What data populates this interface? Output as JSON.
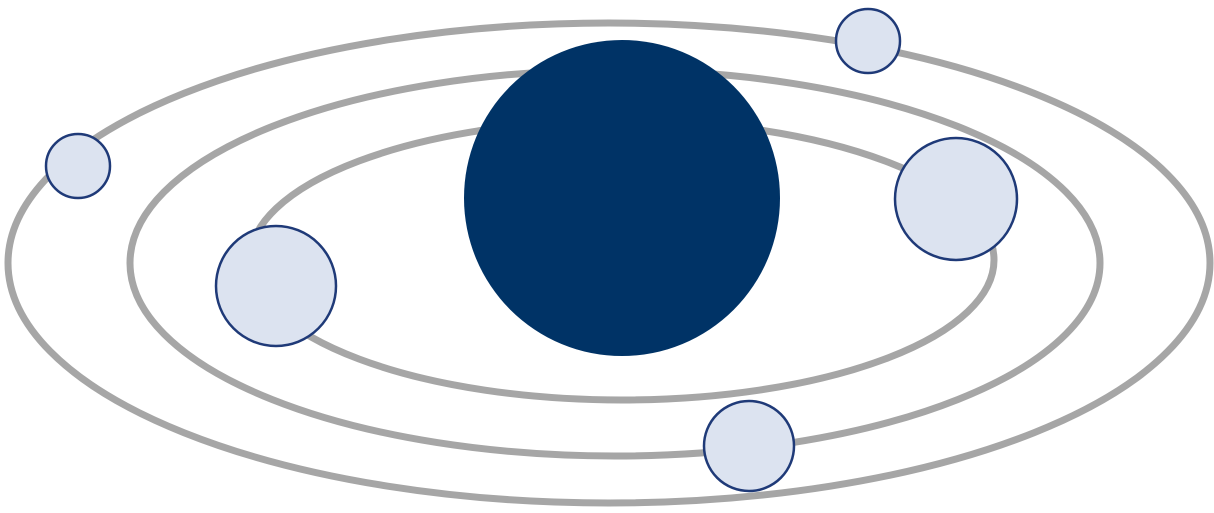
{
  "diagram": {
    "type": "orbit-diagram",
    "text_labels": [],
    "colors": {
      "background": "#ffffff",
      "orbit": "#a6a6a6",
      "central_body": "#003366",
      "satellite_fill": "#dce3f0",
      "satellite_outline": "#1f3a78"
    },
    "orbits": [
      {
        "id": "inner"
      },
      {
        "id": "middle"
      },
      {
        "id": "outer"
      }
    ],
    "central_body": {
      "id": "central-body"
    },
    "satellites": [
      {
        "id": "satellite-left-inner",
        "orbit": "inner"
      },
      {
        "id": "satellite-right-inner",
        "orbit": "inner"
      },
      {
        "id": "satellite-bottom-middle",
        "orbit": "middle"
      },
      {
        "id": "satellite-top-outer",
        "orbit": "outer"
      },
      {
        "id": "satellite-left-outer",
        "orbit": "outer"
      }
    ]
  }
}
